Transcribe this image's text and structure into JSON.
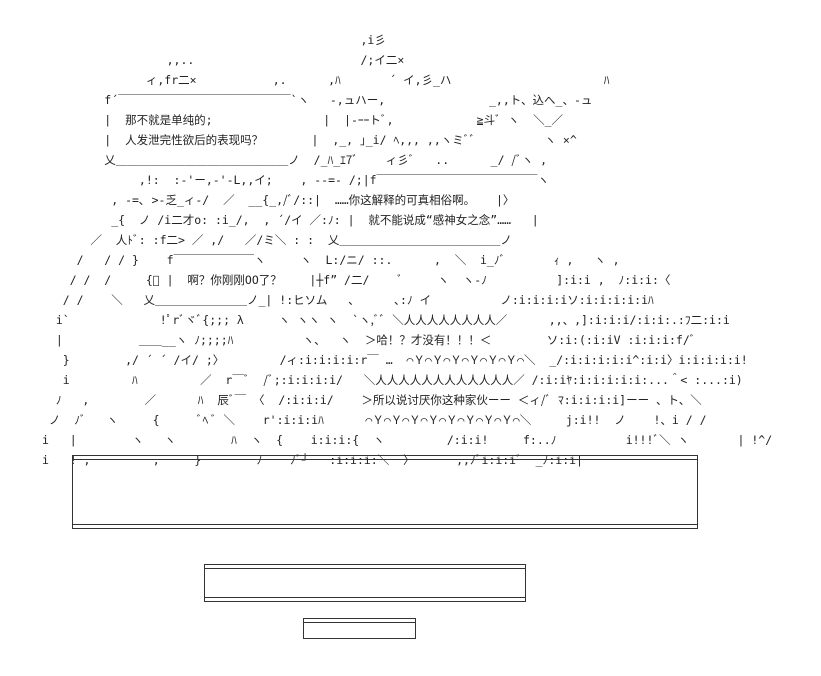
{
  "art": {
    "lines": [
      "                                              ,i彡",
      "                  ,,..                        /;イ二×",
      "               ィ,fr二×           ,.      ,ﾊ       ´ イ,彡_ハ                      ﾊ",
      "         f´￣￣￣￣￣￣￣￣￣￣￣￣￣￣￣`ヽ   -,ュハー,               _,,ト、込へ_、-ュ",
      "         |  那不就是单纯的;                |  |-ｰｰトﾞ,            ≧斗ﾞ ヽ  ＼_／",
      "         |  人发泄完性欲后的表现吗？       |  ,_, ｣_i/ ﾍ,,, ,,ヽミﾞﾞ          ヽ ×^",
      "         乂＿＿＿＿＿＿＿＿＿＿＿＿＿＿＿ノ  /_ﾊ_ｴ7ﾞ    ィ彡ﾞ   ..      _/ /ﾞヽ ,",
      "              ,!:  :-'ー,-'-L,,イ;    , --=- /;|f￣￣￣￣￣￣￣￣￣￣￣￣￣￣ヽ",
      "          , -=､ >-乏_ィ-/  ／  __{_,/ﾞ/::|  ……你这解释的可真相俗啊。   |〉",
      "          _{  ノ /i二才o: :i_/,  , ´/イ ／:ﾉ: |  就不能说成“感神女之念”……   |",
      "       ／  人ﾄﾞ: :f二> ／ ,/   ／/ミ＼ : :  乂＿＿＿＿＿＿＿＿＿＿＿＿＿＿ノ",
      "     /   / / }    f￣￣￣￣￣￣￣ヽ     ヽ  L:/ニ/ ::.      ,  ＼  i_ﾉﾞ       ｨ ,   ヽ ,",
      "    / /  /     {ﾞ |  啊？你刚刚OO了？    |┼f” /二/    ﾞ     ヽ  ヽ-ﾉ          ]:i:i ,  ﾉ:i:i:〈",
      "   / /    ＼   乂＿＿＿＿＿＿＿＿ノ_| !:ヒソム   、     ､:ﾉ イ          ノ:i:i:i:iソ:i:i:i:i:iﾊ",
      "  i`             !ﾟrﾞヾﾞ{;;; λ     ヽ ヽヽ ヽ  `ヽ,ﾞﾞ ＼人人人人人人人人／      ,,、,]:i:i:i/:i:i:.:ﾌ二:i:i",
      "  |           ＿＿__ヽ ﾉ;;;;ﾊ          ヽ、  ヽ  ＞哈！？才没有！！！＜        ソ:i:(:i:iV :i:i:i:f/ﾞ",
      "   }        ,/ ´ ´ /イ/ ;〉        /ィ:i:i:i:i:r￣ …  ⌒Ｙ⌒Ｙ⌒Ｙ⌒Ｙ⌒Ｙ⌒Ｙ⌒＼  _/:i:i:i:i:i^:i:i〉i:i:i:i:i!",
      "   i         ﾊ         ／  r￣ﾞ  /ﾞ;:i:i:i:i/   ＼人人人人人人人人人人人人／ /:i:iﾔ:i:i:i:i:i:...＾< :...:i)",
      "  ﾉ   ,        ／      ﾊ  辰ﾞ￣ 〈  /:i:i:i/    ＞所以说讨厌你这种家伙ーー ＜ィ/ﾞ ﾏ:i:i:i:i]ーー 、ト、＼",
      " ノ  ﾉﾞ   ヽ     {      ﾞﾍ ﾞ ＼    r':i:i:iﾊ      ⌒Ｙ⌒Ｙ⌒Ｙ⌒Ｙ⌒Ｙ⌒Ｙ⌒Ｙ⌒Ｙ⌒＼     j:i!!  ノ    !、i / /",
      "i   |        ヽ   ヽ        ﾊ  ヽ  {    i:i:i:{  ヽ         /:i:i!     f:..ﾉ          i!!!ﾞ＼ ヽ       | !^/",
      "i   ! ,         ,     }        ﾉ    ﾉﾞ┘   :i:i:i:＼  〉      ,,ﾉﾞi:i:iﾞ  _ﾉ:i:i|"
    ]
  }
}
